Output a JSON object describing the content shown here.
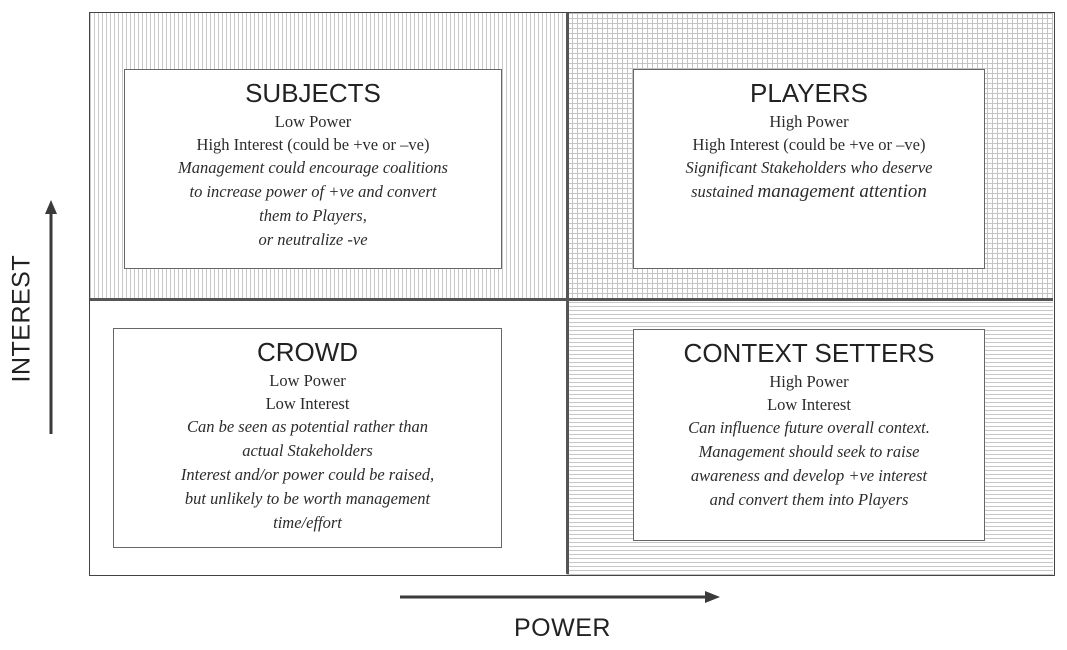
{
  "axes": {
    "y_label": "INTEREST",
    "x_label": "POWER"
  },
  "quadrants": {
    "subjects": {
      "title": "SUBJECTS",
      "power": "Low Power",
      "interest": "High Interest (could be +ve or –ve)",
      "note": "Management could encourage coalitions\nto increase power of +ve and convert\nthem to Players,\nor neutralize -ve"
    },
    "players": {
      "title": "PLAYERS",
      "power": "High Power",
      "interest": "High Interest (could be +ve or –ve)",
      "note_line1": "Significant Stakeholders who deserve",
      "note_line2_a": "sustained ",
      "note_line2_b": "management attention"
    },
    "crowd": {
      "title": "CROWD",
      "power": "Low Power",
      "interest": "Low Interest",
      "note": "Can be seen as potential rather than\nactual Stakeholders\nInterest and/or power could be raised,\nbut unlikely to be worth management\ntime/effort"
    },
    "context_setters": {
      "title": "CONTEXT SETTERS",
      "power": "High Power",
      "interest": "Low Interest",
      "note": "Can influence future overall context.\nManagement should seek to raise\nawareness and develop +ve interest\nand convert them into Players"
    }
  },
  "colors": {
    "line": "#444444",
    "hatch": "#c6c6c6",
    "text": "#2b2b2b"
  }
}
